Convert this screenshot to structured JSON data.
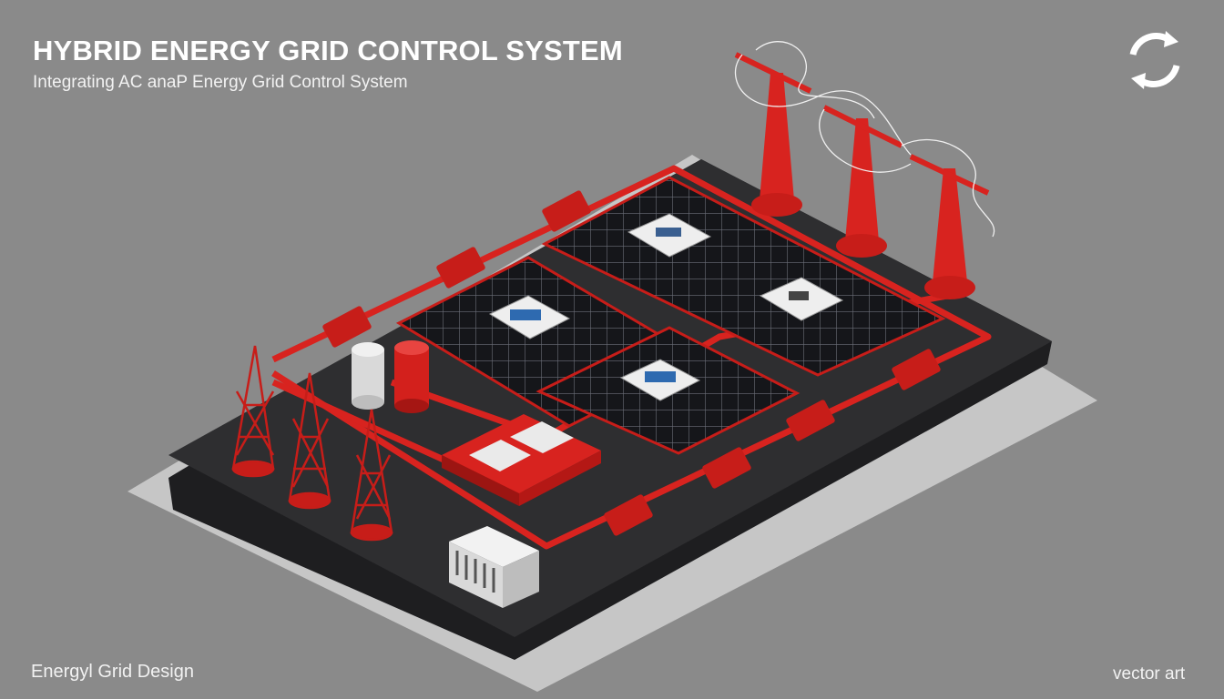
{
  "header": {
    "title": "HYBRID ENERGY GRID CONTROL SYSTEM",
    "subtitle": "Integrating AC anaP Energy Grid Control System"
  },
  "footer": {
    "left_label": "Energyl Grid Design",
    "right_label": "vector art"
  },
  "icons": {
    "logo": "refresh-cycle-icon",
    "transmission_tower": "lattice-tower-icon",
    "power_pole": "power-pole-icon",
    "solar_panel": "solar-panel-icon",
    "controller": "control-module-icon",
    "battery": "battery-tank-icon",
    "inverter": "inverter-cabinet-icon"
  },
  "colors": {
    "background": "#8a8a8a",
    "platform": "#2b2b2d",
    "shadow": "#c9c9c9",
    "accent_red": "#e0201c",
    "panel": "#141416",
    "text": "#ffffff"
  }
}
